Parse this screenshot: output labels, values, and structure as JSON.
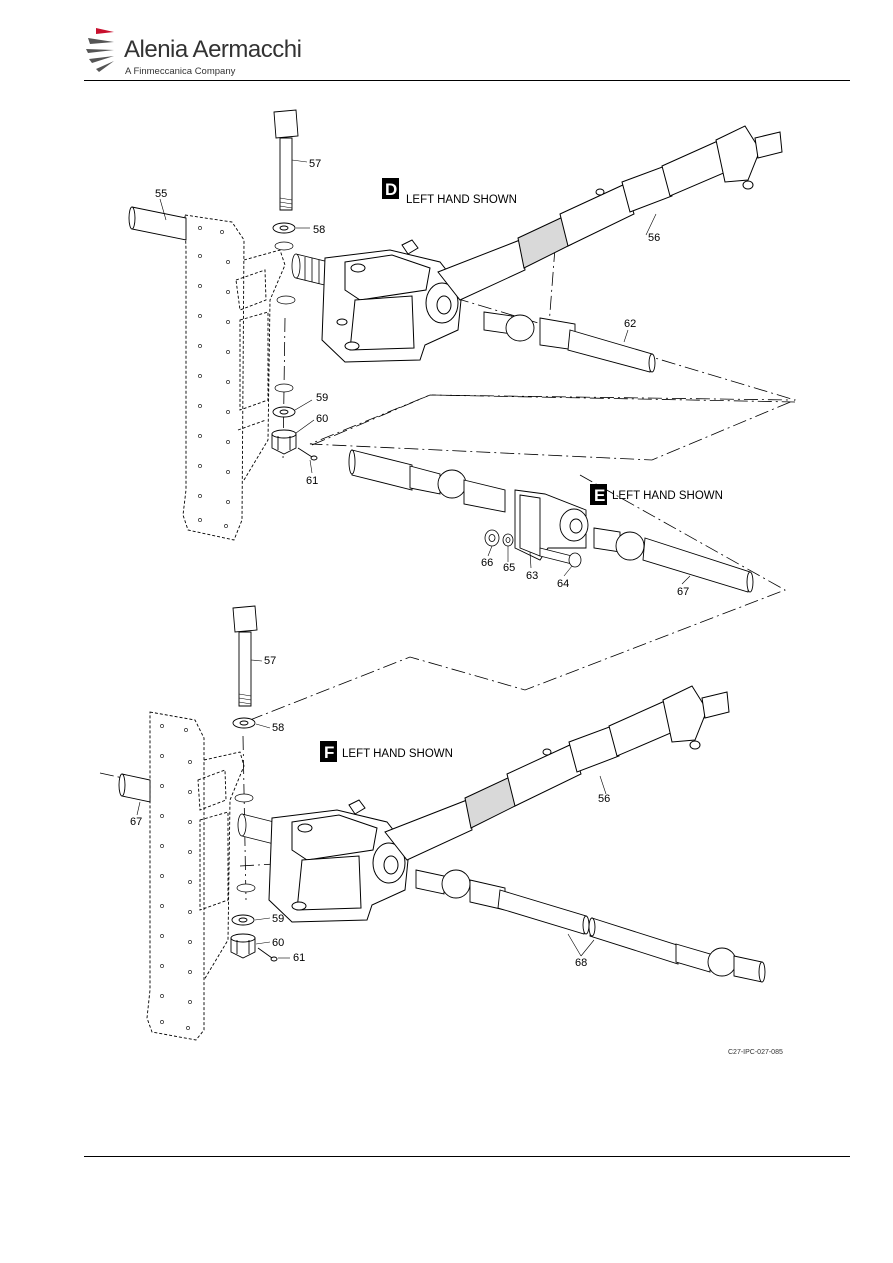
{
  "header": {
    "brand_name": "Alenia Aermacchi",
    "brand_tagline": "A Finmeccanica Company"
  },
  "figure": {
    "views": [
      {
        "letter": "D",
        "caption": "LEFT HAND SHOWN"
      },
      {
        "letter": "E",
        "caption": "LEFT HAND SHOWN"
      },
      {
        "letter": "F",
        "caption": "LEFT HAND SHOWN"
      }
    ],
    "callouts": {
      "c55": "55",
      "c56a": "56",
      "c57a": "57",
      "c58a": "58",
      "c59a": "59",
      "c60a": "60",
      "c61a": "61",
      "c62": "62",
      "c63": "63",
      "c64": "64",
      "c65": "65",
      "c66": "66",
      "c67a": "67",
      "c56b": "56",
      "c57b": "57",
      "c58b": "58",
      "c59b": "59",
      "c60b": "60",
      "c61b": "61",
      "c67b": "67",
      "c68": "68"
    },
    "figure_code": "C27-IPC-027-085"
  }
}
